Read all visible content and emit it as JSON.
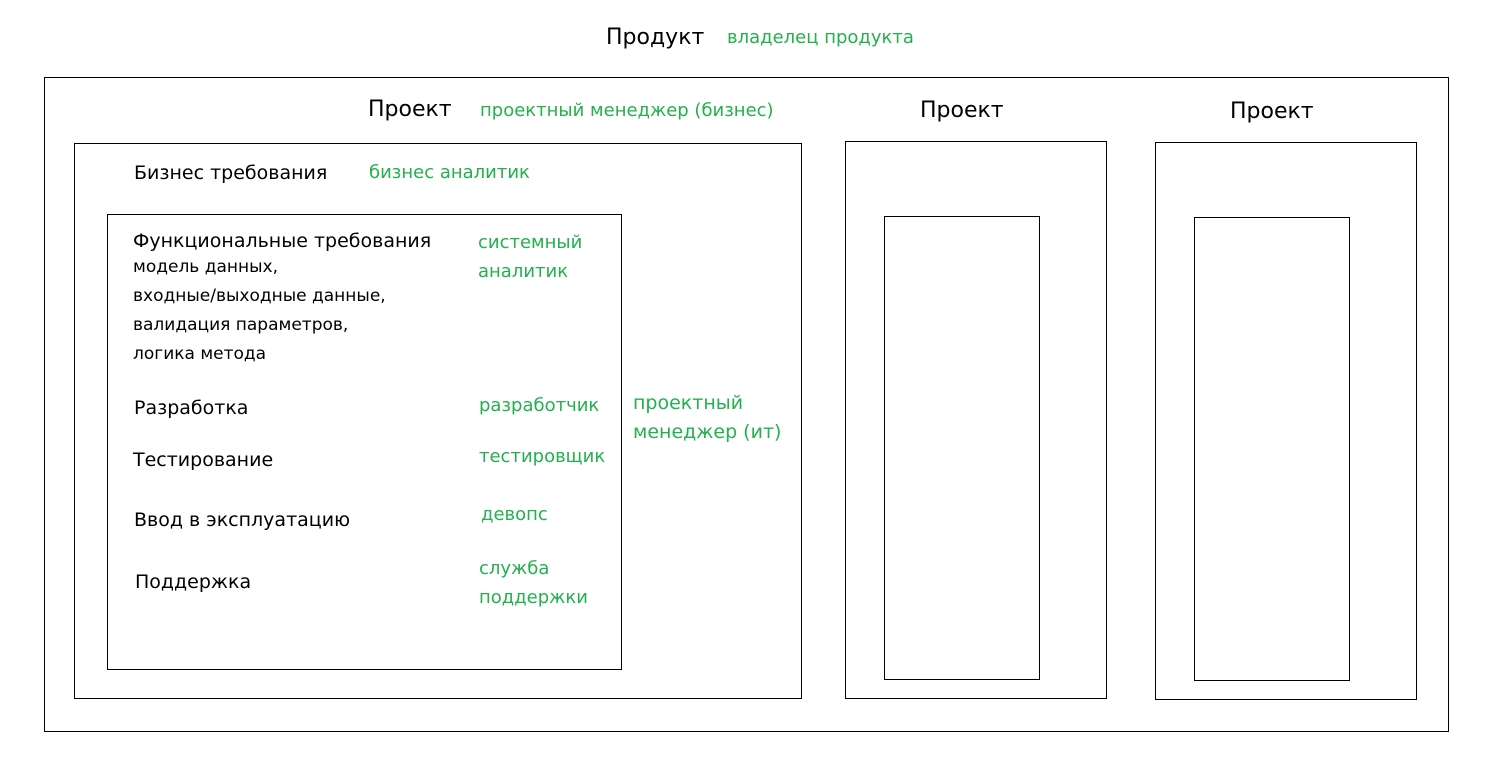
{
  "product": {
    "title": "Продукт",
    "role": "владелец продукта"
  },
  "projects": [
    {
      "title": "Проект",
      "role": "проектный менеджер (бизнес)",
      "business_requirements": {
        "title": "Бизнес требования",
        "role": "бизнес аналитик"
      },
      "it_manager": [
        "проектный",
        "менеджер (ит)"
      ],
      "functional_requirements": {
        "title": "Функциональные требования",
        "details": [
          "модель данных,",
          "входные/выходные данные,",
          "валидация параметров,",
          "логика метода"
        ],
        "role": [
          "системный",
          "аналитик"
        ]
      },
      "stages": [
        {
          "title": "Разработка",
          "role": [
            "разработчик"
          ]
        },
        {
          "title": "Тестирование",
          "role": [
            "тестировщик"
          ]
        },
        {
          "title": "Ввод в эксплуатацию",
          "role": [
            "девопс"
          ]
        },
        {
          "title": "Поддержка",
          "role": [
            "служба",
            "поддержки"
          ]
        }
      ]
    },
    {
      "title": "Проект"
    },
    {
      "title": "Проект"
    }
  ],
  "colors": {
    "role_text": "#22b14c",
    "label_text": "#000000",
    "border": "#000000"
  }
}
